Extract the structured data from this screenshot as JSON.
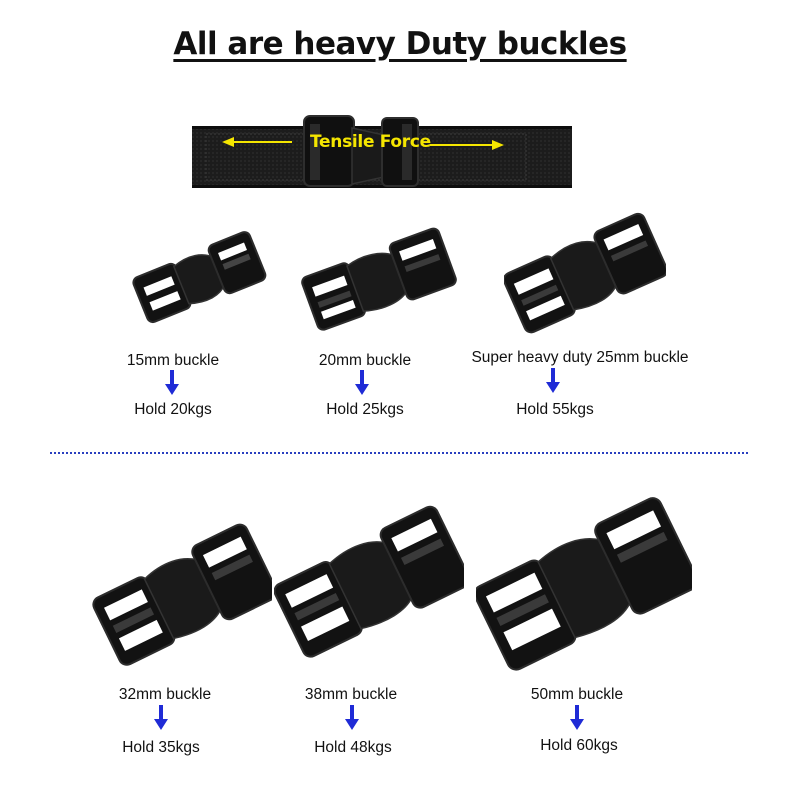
{
  "title": "All are heavy Duty buckles",
  "strap": {
    "label": "Tensile Force"
  },
  "buckles_top": [
    {
      "size": "15mm buckle",
      "hold": "Hold 20kgs"
    },
    {
      "size": "20mm buckle",
      "hold": "Hold 25kgs"
    },
    {
      "size": "Super heavy duty 25mm buckle",
      "hold": "Hold 55kgs"
    }
  ],
  "buckles_bottom": [
    {
      "size": "32mm buckle",
      "hold": "Hold 35kgs"
    },
    {
      "size": "38mm buckle",
      "hold": "Hold 48kgs"
    },
    {
      "size": "50mm buckle",
      "hold": "Hold 60kgs"
    }
  ],
  "colors": {
    "arrow": "#1f2bd6",
    "divider": "#2a3fbf",
    "force_label": "#f5e600",
    "buckle": "#141414"
  }
}
